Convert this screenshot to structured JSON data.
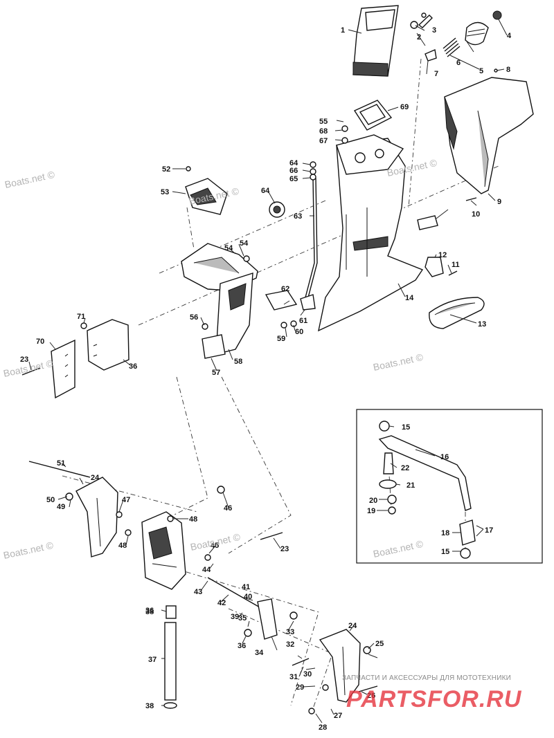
{
  "watermarks": [
    "Boats.net ©",
    "Boats.net ©",
    "Boats.net ©",
    "Boats.net ©",
    "Boats.net ©",
    "Boats.net ©",
    "Boats.net ©",
    "Boats.net ©"
  ],
  "brand": {
    "tagline": "ЗАПЧАСТИ И АКСЕССУАРЫ ДЛЯ МОТОТЕХНИКИ",
    "logo": "PARTSFOR.RU",
    "logo_color": "#e5303a"
  },
  "callouts": [
    "1",
    "2",
    "3",
    "4",
    "5",
    "6",
    "7",
    "8",
    "9",
    "10",
    "11",
    "12",
    "13",
    "14",
    "15",
    "15",
    "16",
    "17",
    "18",
    "19",
    "20",
    "21",
    "22",
    "23",
    "23",
    "24",
    "24",
    "25",
    "26",
    "27",
    "28",
    "29",
    "30",
    "31",
    "32",
    "33",
    "34",
    "35",
    "36",
    "36",
    "36",
    "37",
    "38",
    "38",
    "39",
    "40",
    "41",
    "42",
    "43",
    "44",
    "45",
    "46",
    "46",
    "47",
    "48",
    "48",
    "49",
    "50",
    "51",
    "52",
    "53",
    "54",
    "54",
    "55",
    "56",
    "57",
    "58",
    "59",
    "60",
    "61",
    "62",
    "63",
    "64",
    "64",
    "65",
    "66",
    "67",
    "68",
    "69",
    "70",
    "71"
  ]
}
